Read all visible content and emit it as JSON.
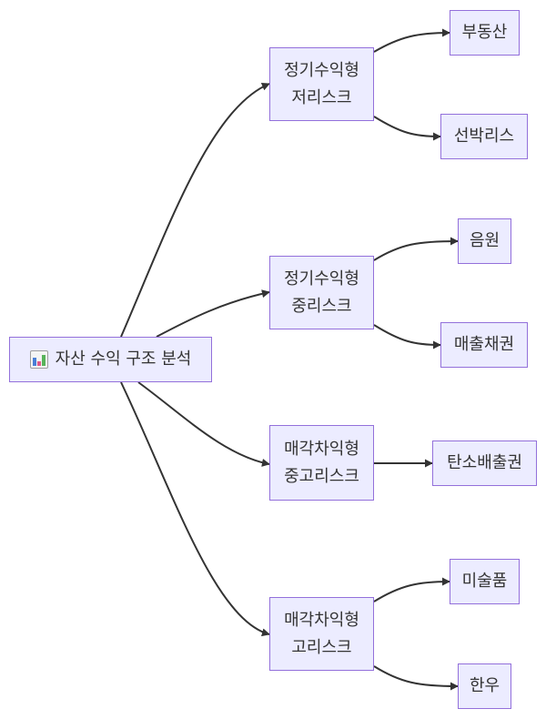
{
  "root": {
    "icon": "bar-chart-icon",
    "label": "자산 수익 구조 분석"
  },
  "categories": [
    {
      "line1": "정기수익형",
      "line2": "저리스크",
      "children": [
        "부동산",
        "선박리스"
      ]
    },
    {
      "line1": "정기수익형",
      "line2": "중리스크",
      "children": [
        "음원",
        "매출채권"
      ]
    },
    {
      "line1": "매각차익형",
      "line2": "중고리스크",
      "children": [
        "탄소배출권"
      ]
    },
    {
      "line1": "매각차익형",
      "line2": "고리스크",
      "children": [
        "미술품",
        "한우"
      ]
    }
  ],
  "colors": {
    "node_fill": "#ECECFF",
    "node_border": "#9370DB",
    "edge": "#333333",
    "text": "#333333"
  }
}
